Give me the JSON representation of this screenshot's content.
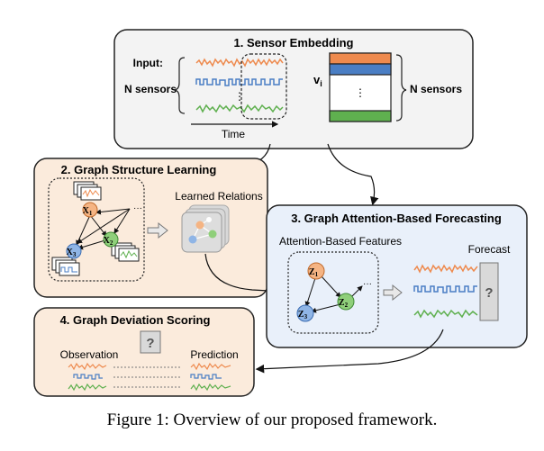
{
  "sensor_embedding": {
    "title": "1. Sensor Embedding",
    "input_label": "Input:",
    "n_sensors_left": "N sensors",
    "ellipsis": "⋮",
    "time_label": "Time",
    "v_label": "v",
    "v_sub": "i",
    "n_sensors_right": "N sensors",
    "colors": {
      "orange": "#ee8a4e",
      "blue": "#4a7ec4",
      "green": "#5fb04f"
    }
  },
  "graph_structure_learning": {
    "title": "2. Graph Structure Learning",
    "learned_relations": "Learned Relations",
    "node1": "X",
    "node1_sub": "1",
    "node2": "X",
    "node2_sub": "2",
    "node3": "X",
    "node3_sub": "3",
    "dots": "···",
    "bg_color": "#fbebdc"
  },
  "graph_attention_forecasting": {
    "title": "3. Graph Attention-Based Forecasting",
    "attention_features": "Attention-Based Features",
    "forecast": "Forecast",
    "question": "?",
    "node1": "Z",
    "node1_sub": "1",
    "node2": "Z",
    "node2_sub": "2",
    "node3": "Z",
    "node3_sub": "3",
    "dots": "···",
    "bg_color": "#e9f0fa"
  },
  "graph_deviation_scoring": {
    "title": "4. Graph Deviation Scoring",
    "observation": "Observation",
    "prediction": "Prediction",
    "question": "?",
    "bg_color": "#fbebdc"
  },
  "caption": "Figure 1: Overview of our proposed framework."
}
